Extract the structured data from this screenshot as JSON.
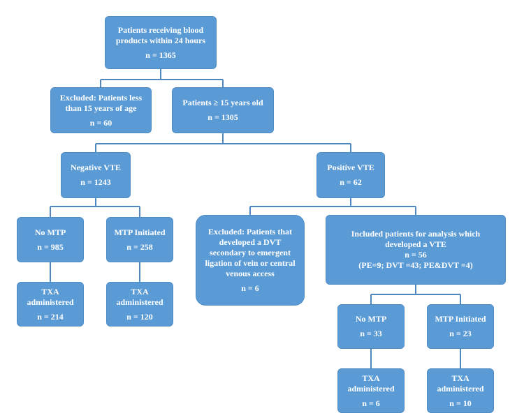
{
  "flowchart": {
    "root": {
      "line1": "Patients receiving blood",
      "line2": "products within 24 hours",
      "n": "n = 1365"
    },
    "excluded_age": {
      "line1": "Excluded: Patients less",
      "line2": "than 15 years of age",
      "n": "n = 60"
    },
    "adults": {
      "line1": "Patients  ≥ 15 years old",
      "n": "n = 1305"
    },
    "negative_vte": {
      "line1": "Negative VTE",
      "n": "n = 1243"
    },
    "positive_vte": {
      "line1": "Positive VTE",
      "n": "n = 62"
    },
    "neg_no_mtp": {
      "line1": "No MTP",
      "n": "n = 985"
    },
    "neg_mtp": {
      "line1": "MTP Initiated",
      "n": "n = 258"
    },
    "neg_no_mtp_txa": {
      "line1": "TXA",
      "line2": "administered",
      "n": "n = 214"
    },
    "neg_mtp_txa": {
      "line1": "TXA",
      "line2": "administered",
      "n": "n = 120"
    },
    "excluded_dvt": {
      "line1": "Excluded: Patients that",
      "line2": "developed a DVT",
      "line3": "secondary to emergent",
      "line4": "ligation of vein or central",
      "line5": "venous access",
      "n": "n = 6"
    },
    "included": {
      "line1": "Included patients for analysis which",
      "line2": "developed a VTE",
      "n": "n = 56",
      "detail": "(PE=9; DVT =43; PE&DVT =4)"
    },
    "pos_no_mtp": {
      "line1": "No MTP",
      "n": "n = 33"
    },
    "pos_mtp": {
      "line1": "MTP Initiated",
      "n": "n = 23"
    },
    "pos_no_mtp_txa": {
      "line1": "TXA",
      "line2": "administered",
      "n": "n = 6"
    },
    "pos_mtp_txa": {
      "line1": "TXA",
      "line2": "administered",
      "n": "n = 10"
    }
  },
  "colors": {
    "box_fill": "#5b9bd5",
    "connector": "#4f88c0",
    "text": "#ffffff"
  }
}
